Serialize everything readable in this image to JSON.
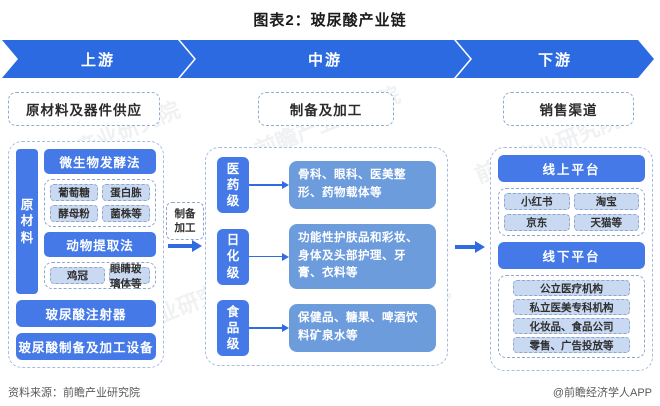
{
  "title": "图表2：玻尿酸产业链",
  "banner": {
    "upstream": "上游",
    "midstream": "中游",
    "downstream": "下游"
  },
  "upstream": {
    "header": "原材料及器件供应",
    "side_label": "原材料",
    "methods": [
      {
        "name": "微生物发酵法",
        "materials": [
          "葡萄糖",
          "蛋白胨",
          "酵母粉",
          "菌株等"
        ]
      },
      {
        "name": "动物提取法",
        "materials": [
          "鸡冠",
          "眼睛玻璃体等"
        ]
      }
    ],
    "devices": [
      "玻尿酸注射器",
      "玻尿酸制备及加工设备"
    ]
  },
  "link": {
    "line1": "制备",
    "line2": "加工"
  },
  "midstream": {
    "header": "制备及加工",
    "grades": [
      {
        "grade": "医药级",
        "applications": "骨科、眼科、医美整形、药物载体等"
      },
      {
        "grade": "日化级",
        "applications": "功能性护肤品和彩妆、身体及头部护理、牙膏、衣料等"
      },
      {
        "grade": "食品级",
        "applications": "保健品、糖果、啤酒饮料矿泉水等"
      }
    ]
  },
  "downstream": {
    "header": "销售渠道",
    "online": {
      "label": "线上平台",
      "platforms": [
        "小红书",
        "淘宝",
        "京东",
        "天猫等"
      ]
    },
    "offline": {
      "label": "线下平台",
      "channels": [
        "公立医疗机构",
        "私立医美专科机构",
        "化妆品、食品公司",
        "零售、广告投放等"
      ]
    }
  },
  "footer": {
    "source": "资料来源：前瞻产业研究院",
    "credit": "@前瞻经济学人APP"
  },
  "watermark": "前瞻产业研究院",
  "colors": {
    "banner_blue": "#2b6ae1",
    "box_blue": "#4479e7",
    "detail_blue": "#6d9cdd",
    "chip_blue": "#c9d9f2",
    "arrow_blue": "#2f6ce0"
  }
}
